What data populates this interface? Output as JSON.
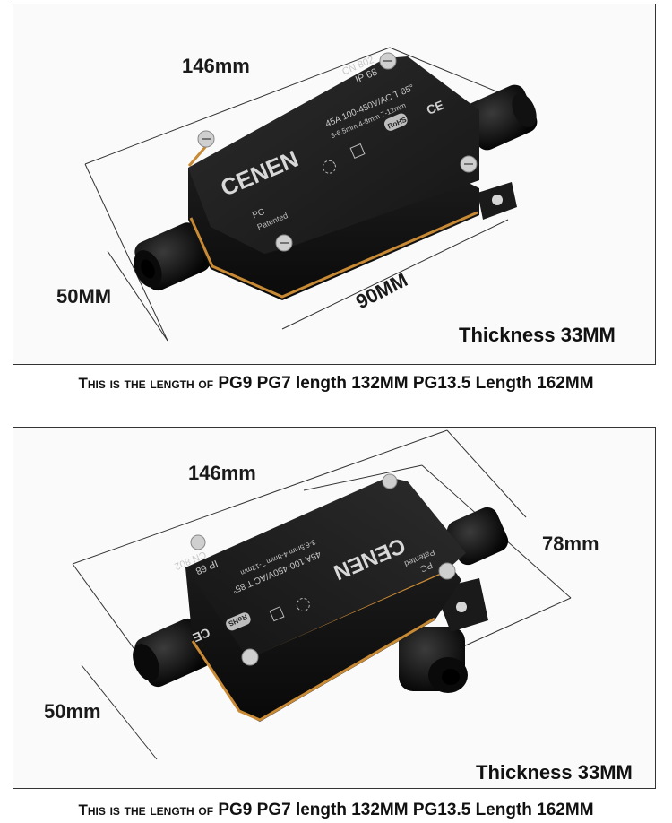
{
  "panels": [
    {
      "box_text": {
        "brand": "CENEN",
        "model": "CN 802",
        "rating": "IP 68",
        "spec": "45A 100-450V/AC T 85°",
        "cable": "3-6.5mm  4-8mm  7-12mm",
        "material": "PC",
        "patent": "Patented",
        "rohs": "RoHS",
        "ce": "CE"
      },
      "dimensions": {
        "length": "146mm",
        "height": "50MM",
        "width": "90MM"
      },
      "thickness": "Thickness 33MM"
    },
    {
      "box_text": {
        "brand": "CENEN",
        "model": "CN 802",
        "rating": "IP 68",
        "spec": "45A 100-450V/AC T 85°",
        "cable": "3-6.5mm  4-8mm  7-12mm",
        "material": "PC",
        "patent": "Patented",
        "rohs": "RoHS",
        "ce": "CE"
      },
      "dimensions": {
        "length": "146mm",
        "height": "50mm",
        "width": "78mm"
      },
      "thickness": "Thickness 33MM"
    }
  ],
  "captions": [
    {
      "lead": "This is the length of",
      "rest": "PG9  PG7 length 132MM  PG13.5 Length 162MM"
    },
    {
      "lead": "This is the length of",
      "rest": "PG9  PG7 length 132MM  PG13.5 Length 162MM"
    }
  ]
}
